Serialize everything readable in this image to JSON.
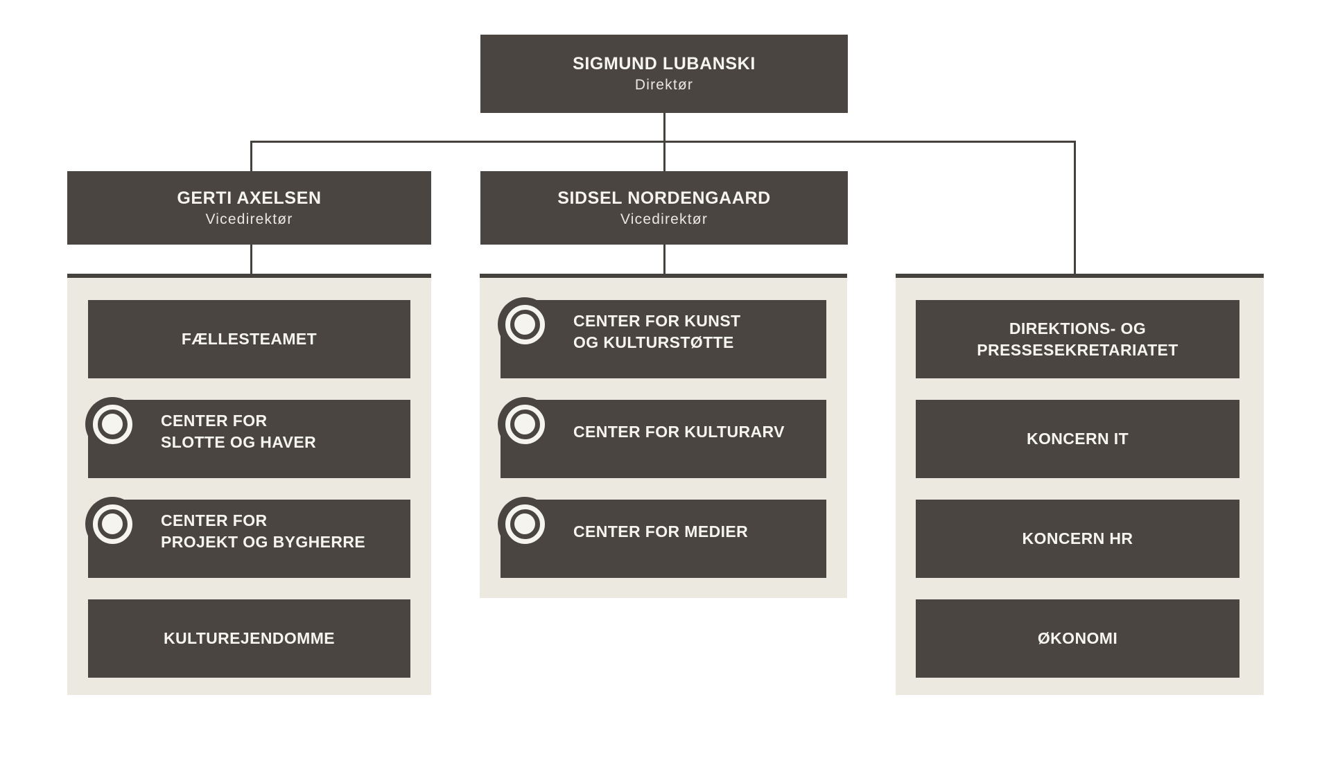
{
  "colors": {
    "box_dark": "#4a4541",
    "panel_beige": "#ece9e1",
    "connector": "#45413d",
    "text_light": "#f6f4ef",
    "background": "#ffffff"
  },
  "org": {
    "root": {
      "name": "SIGMUND LUBANSKI",
      "title": "Direktør"
    },
    "columns": [
      {
        "header": {
          "name": "GERTI AXELSEN",
          "title": "Vicedirektør"
        },
        "boxes": [
          {
            "label": "FÆLLESTEAMET",
            "icon": "none"
          },
          {
            "label": "CENTER FOR\nSLOTTE OG HAVER",
            "icon": "bullseye"
          },
          {
            "label": "CENTER FOR\nPROJEKT OG BYGHERRE",
            "icon": "bullseye"
          },
          {
            "label": "KULTUREJENDOMME",
            "icon": "none"
          }
        ]
      },
      {
        "header": {
          "name": "SIDSEL NORDENGAARD",
          "title": "Vicedirektør"
        },
        "boxes": [
          {
            "label": "CENTER FOR KUNST\nOG KULTURSTØTTE",
            "icon": "bullseye"
          },
          {
            "label": "CENTER FOR KULTURARV",
            "icon": "bullseye"
          },
          {
            "label": "CENTER FOR MEDIER",
            "icon": "bullseye"
          }
        ]
      },
      {
        "boxes": [
          {
            "label": "DIREKTIONS- OG\nPRESSESEKRETARIATET",
            "icon": "none"
          },
          {
            "label": "KONCERN IT",
            "icon": "none"
          },
          {
            "label": "KONCERN HR",
            "icon": "none"
          },
          {
            "label": "ØKONOMI",
            "icon": "none"
          }
        ]
      }
    ]
  }
}
